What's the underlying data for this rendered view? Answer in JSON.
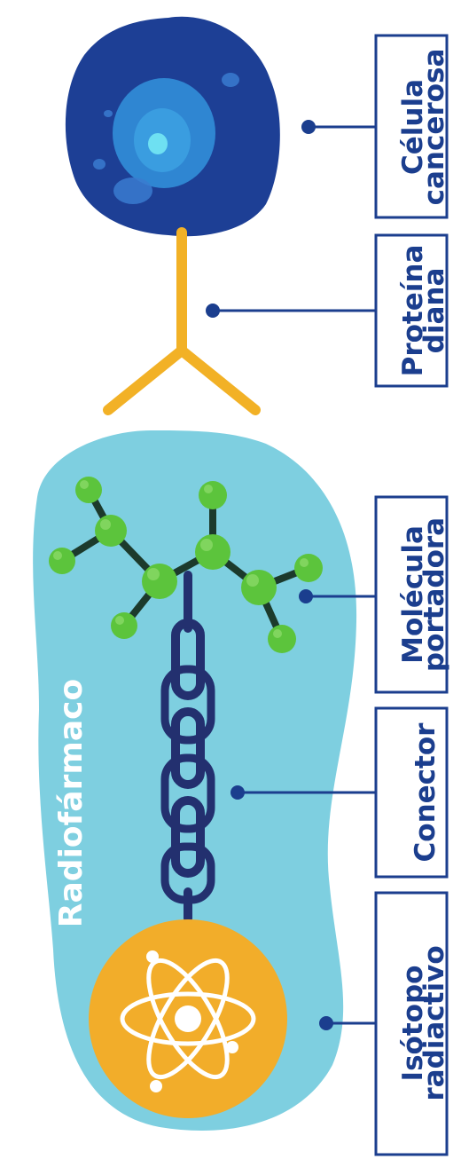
{
  "title": "Radiofármaco",
  "labels": [
    {
      "id": "cancer_cell",
      "line1": "Célula",
      "line2": "cancerosa"
    },
    {
      "id": "target_protein",
      "line1": "Proteína",
      "line2": "diana"
    },
    {
      "id": "carrier_molecule",
      "line1": "Molécula",
      "line2": "portadora"
    },
    {
      "id": "connector",
      "line1": "Conector",
      "line2": ""
    },
    {
      "id": "radioactive_isotope",
      "line1": "Isótopo",
      "line2": "radiactivo"
    }
  ],
  "colors": {
    "label_blue": "#1b3e8e",
    "capsule_cyan": "#7ecfe0",
    "cell_navy": "#1d3f95",
    "cell_nucleus": "#2f86d2",
    "protein_yellow": "#f2b126",
    "atom_orange": "#f2ad2a",
    "chain_navy": "#23306f",
    "molecule_green": "#5cc43c",
    "bond_dark": "#1c3a2c"
  },
  "icons": [
    "cancer-cell-icon",
    "target-protein-icon",
    "molecule-icon",
    "chain-icon",
    "atom-icon"
  ]
}
